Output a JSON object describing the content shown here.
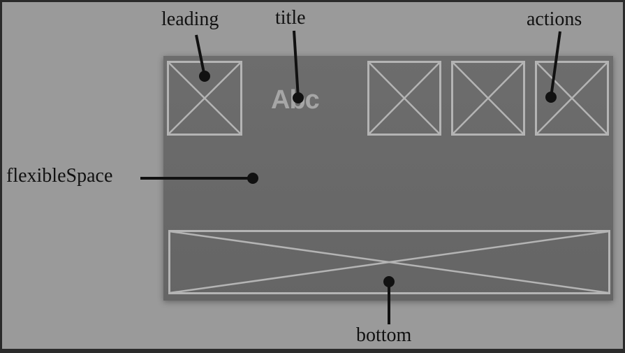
{
  "diagram": {
    "title_sample": "Abc",
    "labels": {
      "leading": "leading",
      "title": "title",
      "actions": "actions",
      "flexible_space": "flexibleSpace",
      "bottom": "bottom"
    }
  },
  "colors": {
    "background": "#9a9a9a",
    "app_bar": "#696969",
    "placeholder_stroke": "#b4b4b4",
    "callout": "#111111"
  }
}
